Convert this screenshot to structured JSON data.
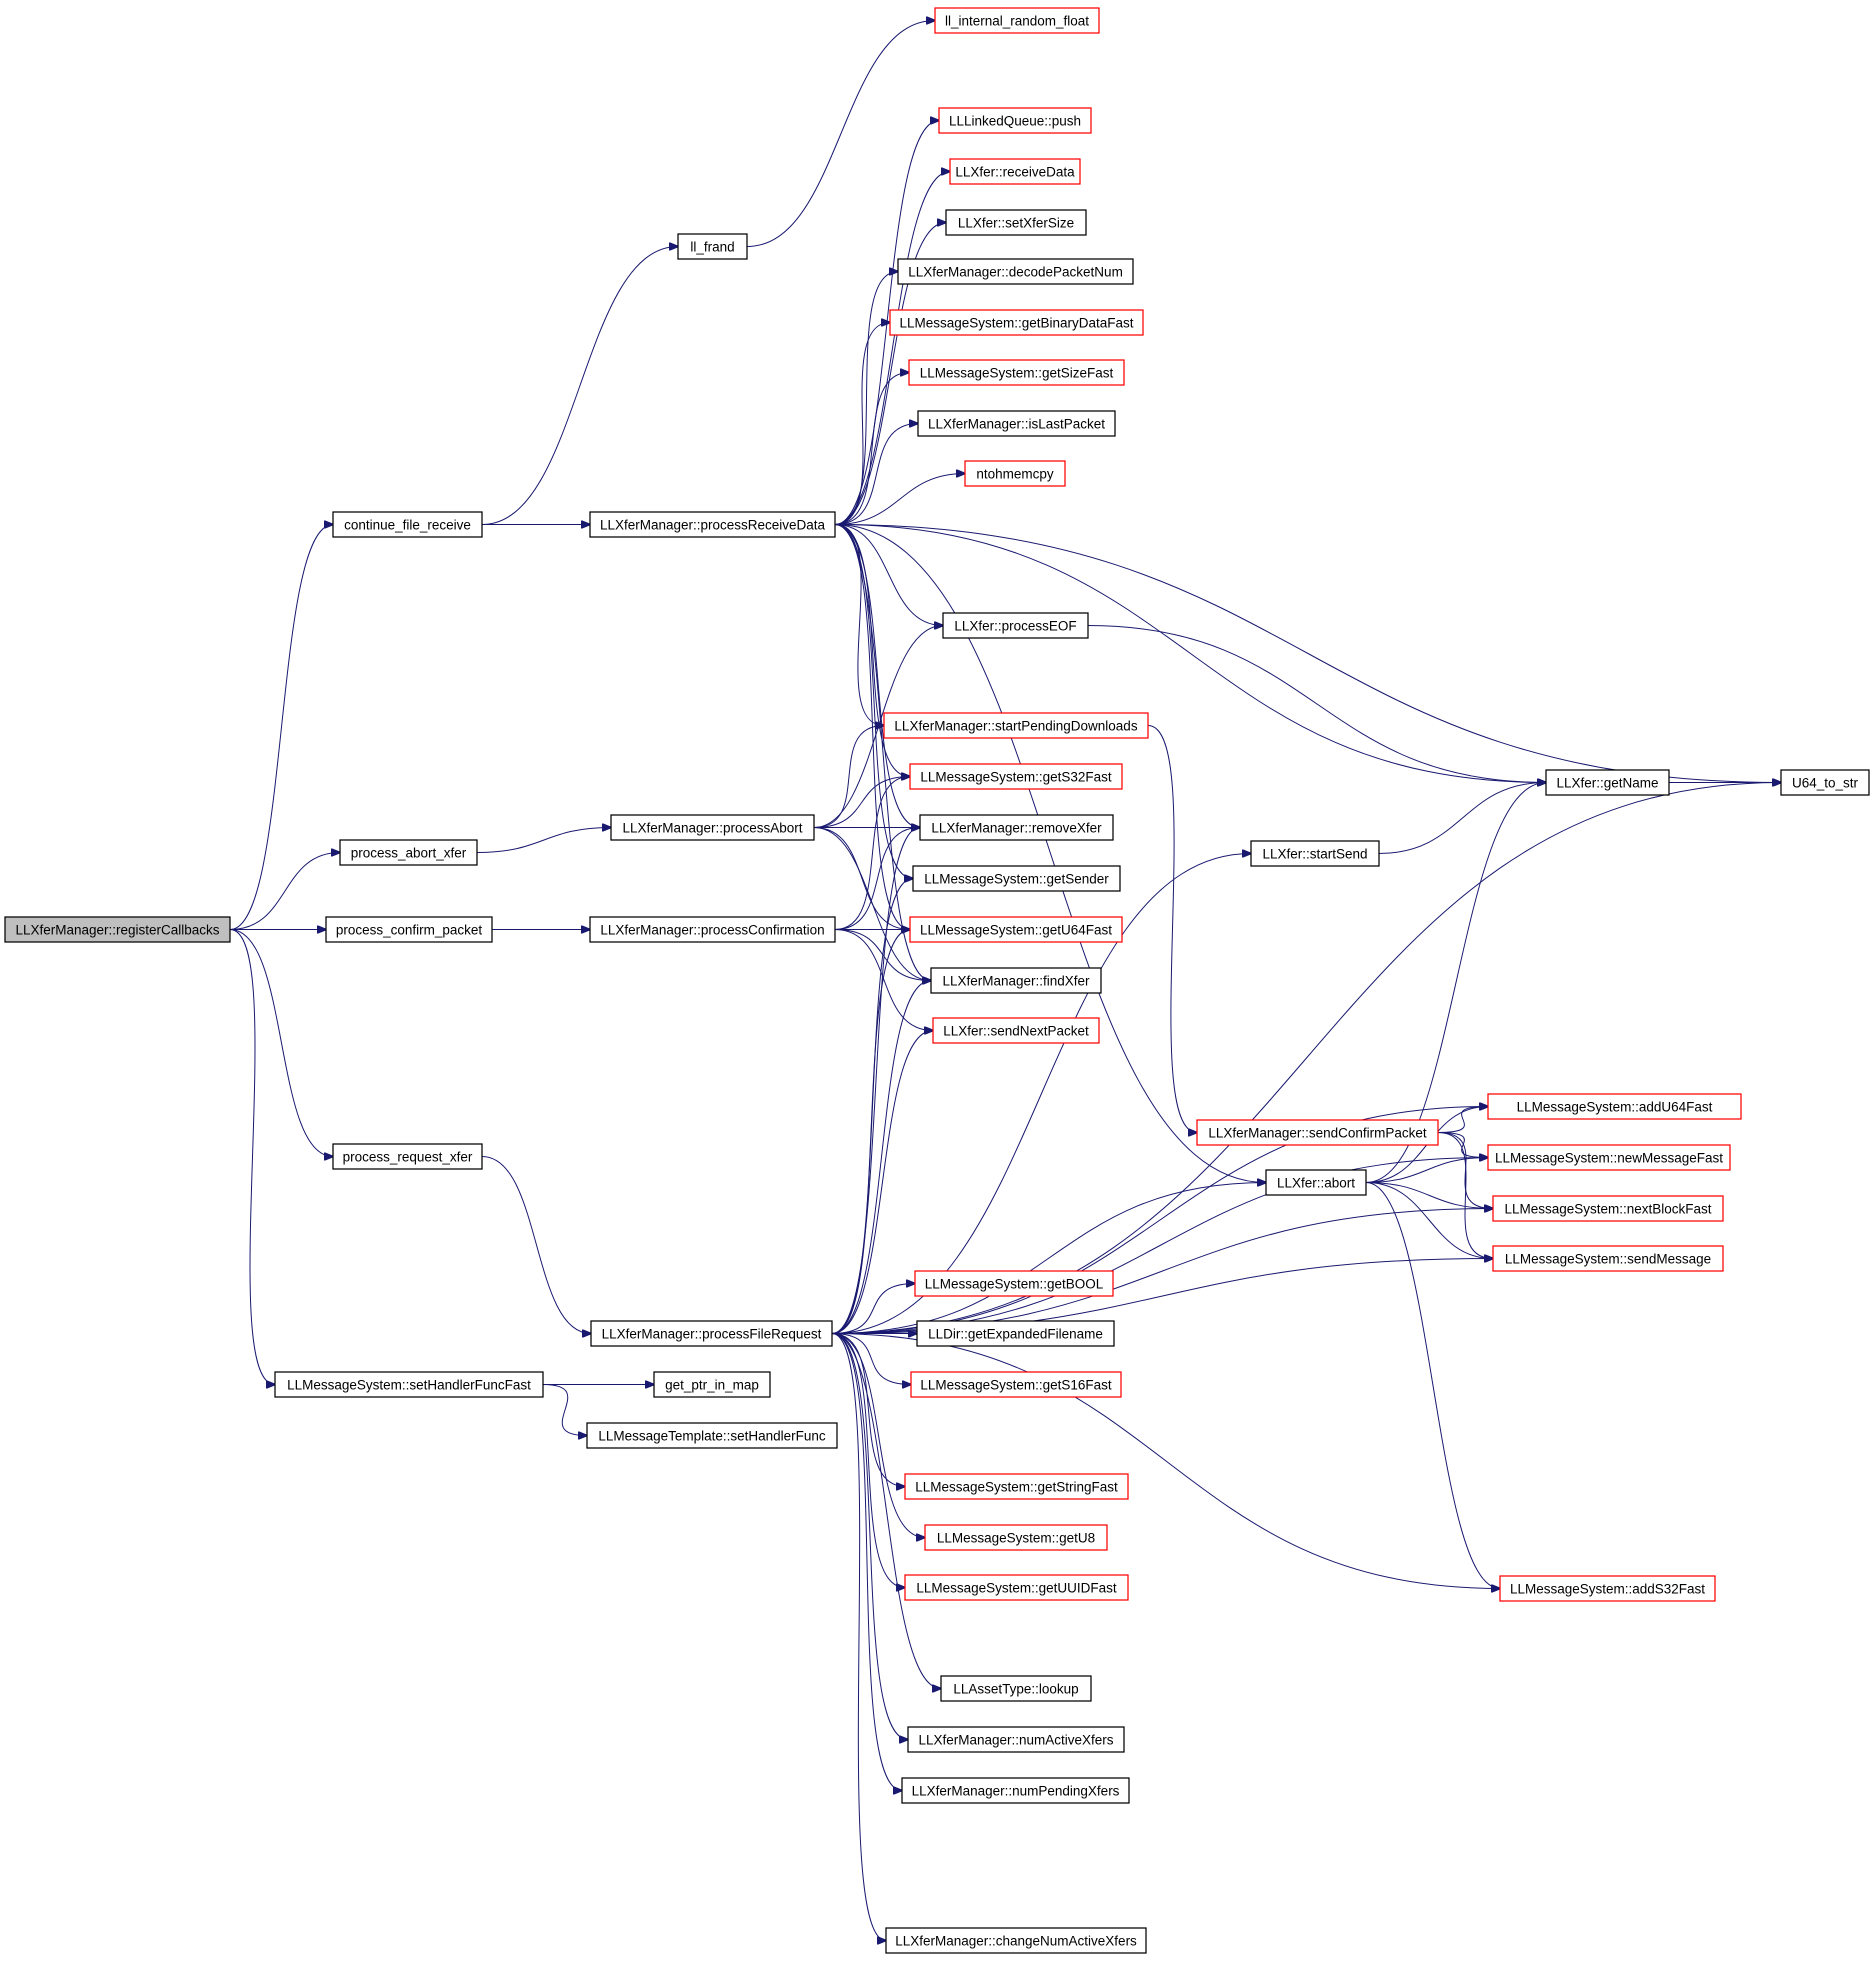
{
  "title": "",
  "colors": {
    "edge": "#191970",
    "link_border": "#ff0000",
    "plain_border": "#000000",
    "root_fill": "#bfbfbf"
  },
  "nodes": [
    {
      "id": "root",
      "label": "LLXferManager::registerCallbacks",
      "style": "root"
    },
    {
      "id": "cfr",
      "label": "continue_file_receive",
      "style": "black"
    },
    {
      "id": "pax",
      "label": "process_abort_xfer",
      "style": "black"
    },
    {
      "id": "pcp",
      "label": "process_confirm_packet",
      "style": "black"
    },
    {
      "id": "prx",
      "label": "process_request_xfer",
      "style": "black"
    },
    {
      "id": "shff",
      "label": "LLMessageSystem::setHandlerFuncFast",
      "style": "black"
    },
    {
      "id": "frand",
      "label": "ll_frand",
      "style": "black"
    },
    {
      "id": "prd",
      "label": "LLXferManager::processReceiveData",
      "style": "black"
    },
    {
      "id": "pab",
      "label": "LLXferManager::processAbort",
      "style": "black"
    },
    {
      "id": "pcf",
      "label": "LLXferManager::processConfirmation",
      "style": "black"
    },
    {
      "id": "pfr",
      "label": "LLXferManager::processFileRequest",
      "style": "black"
    },
    {
      "id": "gpm",
      "label": "get_ptr_in_map",
      "style": "black"
    },
    {
      "id": "mtshf",
      "label": "LLMessageTemplate::setHandlerFunc",
      "style": "black"
    },
    {
      "id": "irf",
      "label": "ll_internal_random_float",
      "style": "red"
    },
    {
      "id": "lqp",
      "label": "LLLinkedQueue::push",
      "style": "red"
    },
    {
      "id": "xrd",
      "label": "LLXfer::receiveData",
      "style": "red"
    },
    {
      "id": "xss",
      "label": "LLXfer::setXferSize",
      "style": "black"
    },
    {
      "id": "dpn",
      "label": "LLXferManager::decodePacketNum",
      "style": "black"
    },
    {
      "id": "gbdf",
      "label": "LLMessageSystem::getBinaryDataFast",
      "style": "red"
    },
    {
      "id": "gsf",
      "label": "LLMessageSystem::getSizeFast",
      "style": "red"
    },
    {
      "id": "ilp",
      "label": "LLXferManager::isLastPacket",
      "style": "black"
    },
    {
      "id": "ntoh",
      "label": "ntohmemcpy",
      "style": "red"
    },
    {
      "id": "peof",
      "label": "LLXfer::processEOF",
      "style": "black"
    },
    {
      "id": "spd",
      "label": "LLXferManager::startPendingDownloads",
      "style": "red"
    },
    {
      "id": "gs32",
      "label": "LLMessageSystem::getS32Fast",
      "style": "red"
    },
    {
      "id": "rmx",
      "label": "LLXferManager::removeXfer",
      "style": "black"
    },
    {
      "id": "gsnd",
      "label": "LLMessageSystem::getSender",
      "style": "black"
    },
    {
      "id": "gu64",
      "label": "LLMessageSystem::getU64Fast",
      "style": "red"
    },
    {
      "id": "fx",
      "label": "LLXferManager::findXfer",
      "style": "black"
    },
    {
      "id": "snp",
      "label": "LLXfer::sendNextPacket",
      "style": "red"
    },
    {
      "id": "gbool",
      "label": "LLMessageSystem::getBOOL",
      "style": "red"
    },
    {
      "id": "gef",
      "label": "LLDir::getExpandedFilename",
      "style": "black"
    },
    {
      "id": "gs16",
      "label": "LLMessageSystem::getS16Fast",
      "style": "red"
    },
    {
      "id": "gstr",
      "label": "LLMessageSystem::getStringFast",
      "style": "red"
    },
    {
      "id": "gu8",
      "label": "LLMessageSystem::getU8",
      "style": "red"
    },
    {
      "id": "guuid",
      "label": "LLMessageSystem::getUUIDFast",
      "style": "red"
    },
    {
      "id": "atl",
      "label": "LLAssetType::lookup",
      "style": "black"
    },
    {
      "id": "nax",
      "label": "LLXferManager::numActiveXfers",
      "style": "black"
    },
    {
      "id": "npx",
      "label": "LLXferManager::numPendingXfers",
      "style": "black"
    },
    {
      "id": "cnax",
      "label": "LLXferManager::changeNumActiveXfers",
      "style": "black"
    },
    {
      "id": "getname",
      "label": "LLXfer::getName",
      "style": "black"
    },
    {
      "id": "startsend",
      "label": "LLXfer::startSend",
      "style": "black"
    },
    {
      "id": "scp",
      "label": "LLXferManager::sendConfirmPacket",
      "style": "red"
    },
    {
      "id": "xab",
      "label": "LLXfer::abort",
      "style": "black"
    },
    {
      "id": "au64",
      "label": "LLMessageSystem::addU64Fast",
      "style": "red"
    },
    {
      "id": "nmf",
      "label": "LLMessageSystem::newMessageFast",
      "style": "red"
    },
    {
      "id": "nbf",
      "label": "LLMessageSystem::nextBlockFast",
      "style": "red"
    },
    {
      "id": "smsg",
      "label": "LLMessageSystem::sendMessage",
      "style": "red"
    },
    {
      "id": "as32",
      "label": "LLMessageSystem::addS32Fast",
      "style": "red"
    },
    {
      "id": "u64str",
      "label": "U64_to_str",
      "style": "black"
    }
  ],
  "edges": [
    [
      "root",
      "cfr"
    ],
    [
      "root",
      "pax"
    ],
    [
      "root",
      "pcp"
    ],
    [
      "root",
      "prx"
    ],
    [
      "root",
      "shff"
    ],
    [
      "cfr",
      "frand"
    ],
    [
      "cfr",
      "prd"
    ],
    [
      "frand",
      "irf"
    ],
    [
      "pax",
      "pab"
    ],
    [
      "pcp",
      "pcf"
    ],
    [
      "prx",
      "pfr"
    ],
    [
      "shff",
      "gpm"
    ],
    [
      "shff",
      "mtshf"
    ],
    [
      "prd",
      "u64str"
    ],
    [
      "prd",
      "lqp"
    ],
    [
      "prd",
      "xrd"
    ],
    [
      "prd",
      "xss"
    ],
    [
      "prd",
      "dpn"
    ],
    [
      "prd",
      "gbdf"
    ],
    [
      "prd",
      "gsf"
    ],
    [
      "prd",
      "ilp"
    ],
    [
      "prd",
      "ntoh"
    ],
    [
      "prd",
      "peof"
    ],
    [
      "prd",
      "spd"
    ],
    [
      "prd",
      "gs32"
    ],
    [
      "prd",
      "rmx"
    ],
    [
      "prd",
      "gsnd"
    ],
    [
      "prd",
      "gu64"
    ],
    [
      "prd",
      "fx"
    ],
    [
      "prd",
      "getname"
    ],
    [
      "prd",
      "xab"
    ],
    [
      "pab",
      "peof"
    ],
    [
      "pab",
      "spd"
    ],
    [
      "pab",
      "gs32"
    ],
    [
      "pab",
      "rmx"
    ],
    [
      "pab",
      "gu64"
    ],
    [
      "pab",
      "fx"
    ],
    [
      "pcf",
      "gs32"
    ],
    [
      "pcf",
      "rmx"
    ],
    [
      "pcf",
      "gu64"
    ],
    [
      "pcf",
      "fx"
    ],
    [
      "pcf",
      "snp"
    ],
    [
      "pfr",
      "rmx"
    ],
    [
      "pfr",
      "gsnd"
    ],
    [
      "pfr",
      "gu64"
    ],
    [
      "pfr",
      "fx"
    ],
    [
      "pfr",
      "snp"
    ],
    [
      "pfr",
      "startsend"
    ],
    [
      "pfr",
      "au64"
    ],
    [
      "pfr",
      "xab"
    ],
    [
      "pfr",
      "nmf"
    ],
    [
      "pfr",
      "gbool"
    ],
    [
      "pfr",
      "gef"
    ],
    [
      "pfr",
      "gs16"
    ],
    [
      "pfr",
      "gstr"
    ],
    [
      "pfr",
      "gu8"
    ],
    [
      "pfr",
      "guuid"
    ],
    [
      "pfr",
      "atl"
    ],
    [
      "pfr",
      "nax"
    ],
    [
      "pfr",
      "npx"
    ],
    [
      "pfr",
      "cnax"
    ],
    [
      "pfr",
      "smsg"
    ],
    [
      "pfr",
      "as32"
    ],
    [
      "pfr",
      "u64str"
    ],
    [
      "pfr",
      "nbf"
    ],
    [
      "peof",
      "getname"
    ],
    [
      "spd",
      "scp"
    ],
    [
      "startsend",
      "getname"
    ],
    [
      "getname",
      "u64str"
    ],
    [
      "scp",
      "au64"
    ],
    [
      "scp",
      "nmf"
    ],
    [
      "scp",
      "nbf"
    ],
    [
      "scp",
      "smsg"
    ],
    [
      "xab",
      "getname"
    ],
    [
      "xab",
      "au64"
    ],
    [
      "xab",
      "nmf"
    ],
    [
      "xab",
      "nbf"
    ],
    [
      "xab",
      "smsg"
    ],
    [
      "xab",
      "as32"
    ]
  ]
}
